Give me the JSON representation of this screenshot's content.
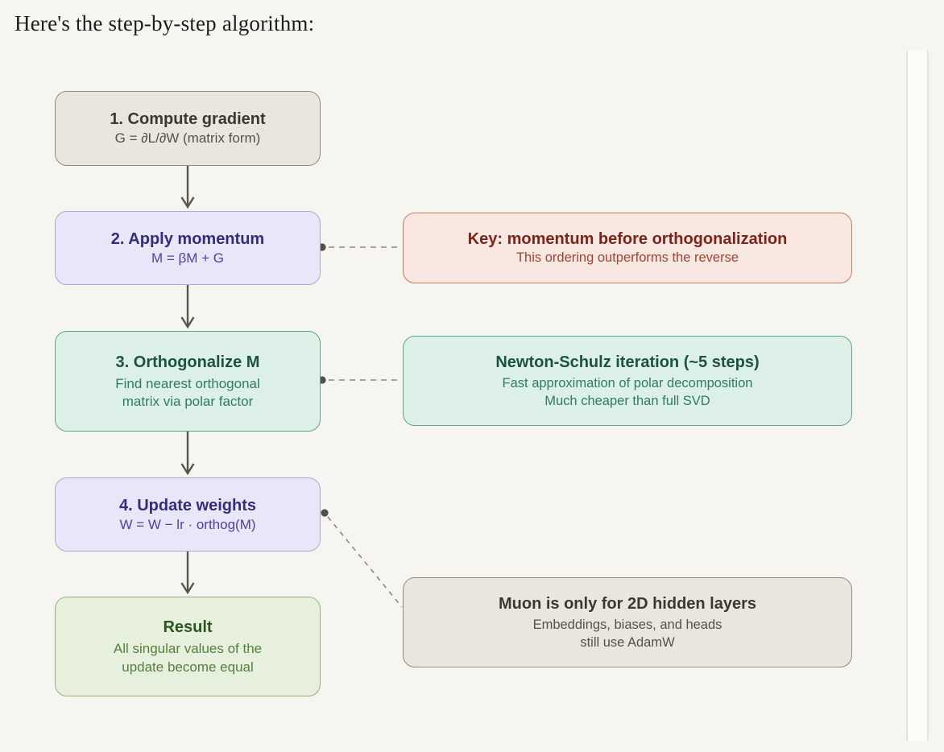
{
  "title": "Here's the step-by-step algorithm:",
  "flowchart": {
    "steps": [
      {
        "title": "1. Compute gradient",
        "subtitle_lines": [
          "G = ∂L/∂W (matrix form)"
        ]
      },
      {
        "title": "2. Apply momentum",
        "subtitle_lines": [
          "M = βM + G"
        ]
      },
      {
        "title": "3. Orthogonalize M",
        "subtitle_lines": [
          "Find nearest orthogonal",
          "matrix via polar factor"
        ]
      },
      {
        "title": "4. Update weights",
        "subtitle_lines": [
          "W = W − lr · orthog(M)"
        ]
      },
      {
        "title": "Result",
        "subtitle_lines": [
          "All singular values of the",
          "update become equal"
        ]
      }
    ],
    "notes": [
      {
        "title": "Key: momentum before orthogonalization",
        "subtitle_lines": [
          "This ordering outperforms the reverse"
        ]
      },
      {
        "title": "Newton-Schulz iteration (~5 steps)",
        "subtitle_lines": [
          "Fast approximation of polar decomposition",
          "Much cheaper than full SVD"
        ]
      },
      {
        "title": "Muon is only for 2D hidden layers",
        "subtitle_lines": [
          "Embeddings, biases, and heads",
          "still use AdamW"
        ]
      }
    ]
  },
  "colors": {
    "background": "#F7F5EF",
    "stone_fill": "#E9E6DF",
    "stone_border": "#8F8C84",
    "purple_fill": "#E8E6F8",
    "purple_border": "#ACA6DC",
    "teal_fill": "#DCF0E8",
    "teal_border": "#61A38E",
    "green_fill": "#E7F0DC",
    "green_border": "#96AE82",
    "rose_fill": "#F9E7E1",
    "rose_border": "#C27A62",
    "arrow": "#57564E",
    "dashed_connector": "#8A887F"
  }
}
